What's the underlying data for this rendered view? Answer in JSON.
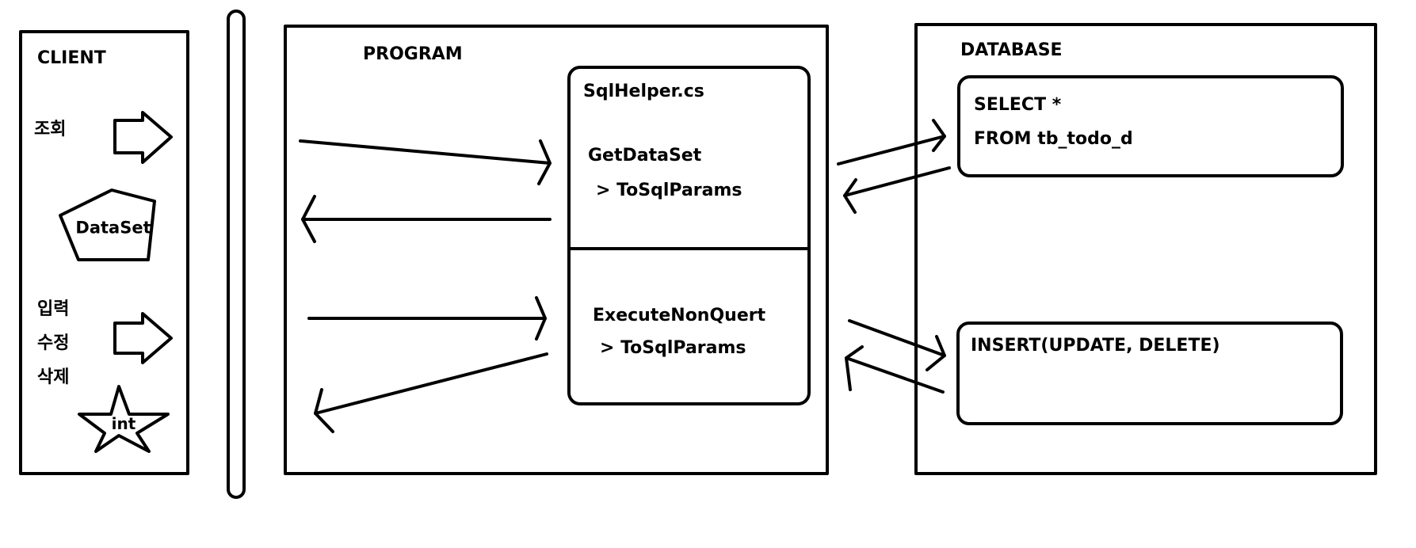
{
  "client": {
    "title": "CLIENT",
    "query_label": "조회",
    "dataset_badge": "DataSet",
    "write_labels": [
      "입력",
      "수정",
      "삭제"
    ],
    "int_badge": "int"
  },
  "program": {
    "title": "PROGRAM",
    "helper": {
      "file": "SqlHelper.cs",
      "get_method": "GetDataSet",
      "get_sub": "> ToSqlParams",
      "exec_method": "ExecuteNonQuert",
      "exec_sub": "> ToSqlParams"
    }
  },
  "database": {
    "title": "DATABASE",
    "select_line1": "SELECT *",
    "select_line2": "FROM tb_todo_d",
    "insert_text": "INSERT(UPDATE, DELETE)"
  },
  "colors": {
    "stroke": "#000000",
    "background": "#ffffff"
  },
  "icons": [
    "hollow-arrow-right-icon",
    "pentagon-icon",
    "star-icon",
    "arrow-icon"
  ]
}
